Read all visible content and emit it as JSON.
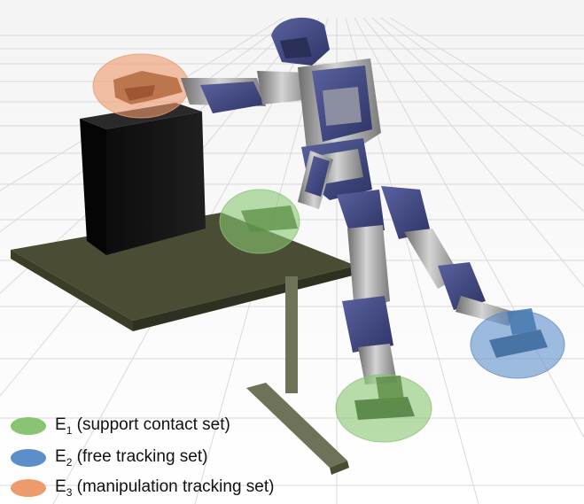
{
  "legend": [
    {
      "symbol": "E",
      "subscript": "1",
      "label": "(support contact set)",
      "color": "#88c472"
    },
    {
      "symbol": "E",
      "subscript": "2",
      "label": "(free tracking set)",
      "color": "#5b8fc9"
    },
    {
      "symbol": "E",
      "subscript": "3",
      "label": "(manipulation tracking set)",
      "color": "#ee9a6c"
    }
  ],
  "colors": {
    "support": "#88c472",
    "free": "#5b8fc9",
    "manipulation": "#ee9a6c",
    "robot_armor": "#434a84",
    "robot_frame": "#9b9b9b",
    "table": "#4a4d33",
    "box": "#151515"
  }
}
